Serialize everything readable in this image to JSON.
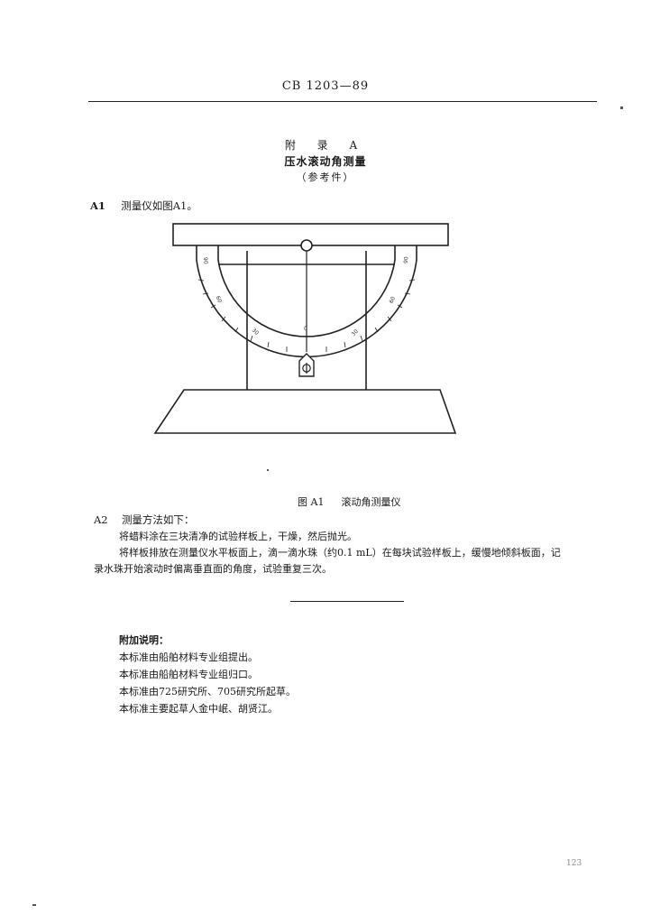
{
  "header": {
    "code": "CB 1203—89"
  },
  "appendix": {
    "title": "附  录  A",
    "subtitle": "压水滚动角测量",
    "note": "（参考件）"
  },
  "section_a1": {
    "label": "A1",
    "text": "测量仪如图A1。"
  },
  "figure": {
    "caption_label": "图 A1",
    "caption_text": "滚动角测量仪",
    "tick_labels": [
      "0",
      "30",
      "60",
      "90",
      "30",
      "60",
      "90"
    ]
  },
  "section_a2": {
    "label": "A2",
    "text": "测量方法如下：",
    "step1": "将蜡料涂在三块清净的试验样板上，干燥，然后抛光。",
    "step2": "将样板排放在测量仪水平板面上，滴一滴水珠（约0.1 mL）在每块试验样板上，缓慢地倾斜板面，记",
    "step2_cont": "录水珠开始滚动时偏离垂直面的角度，试验重复三次。"
  },
  "additional": {
    "title": "附加说明：",
    "lines": [
      "本标准由船舶材料专业组提出。",
      "本标准由船舶材料专业组归口。",
      "本标准由725研究所、705研究所起草。",
      "本标准主要起草人金中岷、胡贤江。"
    ]
  },
  "page_number": "123"
}
